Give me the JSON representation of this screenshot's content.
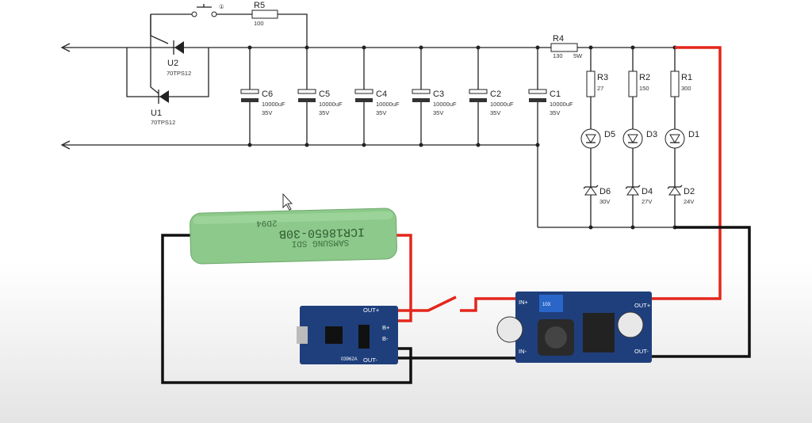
{
  "schematic": {
    "thyristors": [
      {
        "ref": "U2",
        "part": "70TPS12"
      },
      {
        "ref": "U1",
        "part": "70TPS12"
      }
    ],
    "button": {
      "mark": "①"
    },
    "R5": {
      "ref": "R5",
      "value": "100"
    },
    "R4": {
      "ref": "R4",
      "value": "130",
      "power": "5W"
    },
    "capacitors": [
      {
        "ref": "C6",
        "value": "10000uF",
        "voltage": "35V"
      },
      {
        "ref": "C5",
        "value": "10000uF",
        "voltage": "35V"
      },
      {
        "ref": "C4",
        "value": "10000uF",
        "voltage": "35V"
      },
      {
        "ref": "C3",
        "value": "10000uF",
        "voltage": "35V"
      },
      {
        "ref": "C2",
        "value": "10000uF",
        "voltage": "35V"
      },
      {
        "ref": "C1",
        "value": "10000uF",
        "voltage": "35V"
      }
    ],
    "branches": [
      {
        "r": "R3",
        "rv": "27",
        "led": "D5",
        "z": "D6",
        "zv": "30V"
      },
      {
        "r": "R2",
        "rv": "150",
        "led": "D3",
        "z": "D4",
        "zv": "27V"
      },
      {
        "r": "R1",
        "rv": "300",
        "led": "D1",
        "z": "D2",
        "zv": "24V"
      }
    ]
  },
  "battery": {
    "line1": "ICR18650-30B",
    "line2": "SAMSUNG SDI",
    "line3": "2D94"
  },
  "charger": {
    "out_plus": "OUT+",
    "b_plus": "B+",
    "b_minus": "B-",
    "out_minus": "OUT-",
    "chip": "03962A",
    "board_color": "#1f3f7c"
  },
  "converter": {
    "in_plus": "IN+",
    "in_minus": "IN-",
    "out_plus": "OUT+",
    "out_minus": "OUT-",
    "pot": "103",
    "board_color": "#1f3f7c"
  },
  "colors": {
    "positive_wire": "#e3261c",
    "negative_wire": "#111111",
    "battery": "#8cc98a"
  }
}
